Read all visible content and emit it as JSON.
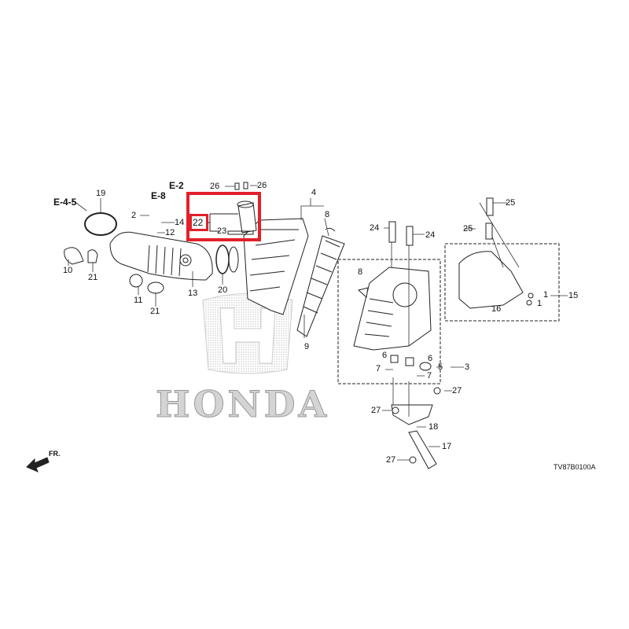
{
  "diagram": {
    "watermark": "HONDA",
    "code": "TV87B0100A",
    "front_arrow": "FR.",
    "highlight_color": "#e2202a",
    "refs": {
      "e45": "E-4-5",
      "e8": "E-8",
      "e2": "E-2"
    },
    "callouts": {
      "p1a": "1",
      "p1b": "1",
      "p2": "2",
      "p3": "3",
      "p4": "4",
      "p5": "5",
      "p6a": "6",
      "p6b": "6",
      "p7a": "7",
      "p7b": "7",
      "p8a": "8",
      "p8b": "8",
      "p9": "9",
      "p10": "10",
      "p11": "11",
      "p12": "12",
      "p13": "13",
      "p14": "14",
      "p15": "15",
      "p16": "16",
      "p17": "17",
      "p18": "18",
      "p19": "19",
      "p20": "20",
      "p21a": "21",
      "p21b": "21",
      "p22": "22",
      "p23": "23",
      "p24a": "24",
      "p24b": "24",
      "p25a": "25",
      "p25b": "25",
      "p26a": "26",
      "p26b": "26",
      "p27a": "27",
      "p27b": "27",
      "p27c": "27"
    }
  }
}
